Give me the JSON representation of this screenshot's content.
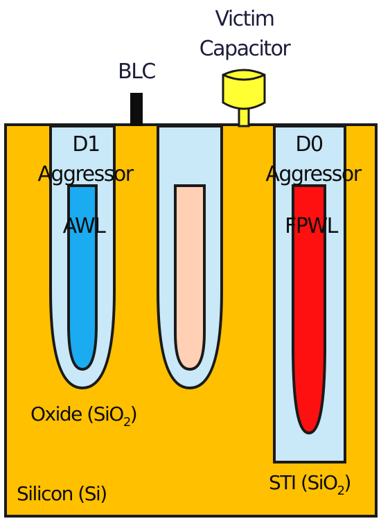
{
  "labels": {
    "victim_line1": "Victim",
    "victim_line2": "Capacitor",
    "blc": "BLC",
    "d1": "D1",
    "d1_aggressor": "Aggressor",
    "d0": "D0",
    "d0_aggressor": "Aggressor",
    "awl": "AWL",
    "fpwl": "FPWL",
    "oxide_main": "Oxide (SiO",
    "oxide_sub": "2",
    "oxide_close": ")",
    "silicon": "Silicon (Si)",
    "sti_main": "STI (SiO",
    "sti_sub": "2",
    "sti_close": ")"
  },
  "colors": {
    "silicon": "#FFC000",
    "oxide": "#C9E8F8",
    "awl": "#1AABF0",
    "victim_gate": "#FFD0B4",
    "fpwl": "#FF1010",
    "capacitor": "#FFFF33",
    "outline": "#1a1a1a"
  }
}
